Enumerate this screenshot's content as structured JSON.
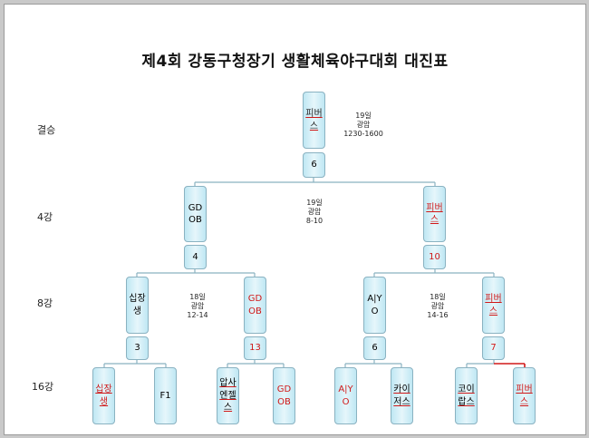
{
  "title": "제4회 강동구청장기 생활체육야구대회 대진표",
  "rounds": [
    "결승",
    "4강",
    "8강",
    "16강"
  ],
  "colors": {
    "winner": "#d01818",
    "box_fill": "#c7ebf5",
    "line": "#8ab2c1"
  },
  "final": {
    "team": "피버스",
    "game_no": "6",
    "info": [
      "19일",
      "광암",
      "1230-1600"
    ]
  },
  "semis": {
    "left": {
      "team": "GDOB",
      "game_no": "4"
    },
    "right": {
      "team": "피버스",
      "game_no": "10"
    },
    "info": [
      "19일",
      "광암",
      "8-10"
    ]
  },
  "quarters": [
    {
      "team": "십장생",
      "game_no": "3"
    },
    {
      "team": "GDOB",
      "game_no": "13"
    },
    {
      "team": "A|YO",
      "game_no": "6"
    },
    {
      "team": "피버스",
      "game_no": "7"
    }
  ],
  "quarter_info": {
    "left": [
      "18일",
      "광암",
      "12-14"
    ],
    "right": [
      "18일",
      "광암",
      "14-16"
    ]
  },
  "round16": [
    "십장생",
    "F1",
    "압사엔젤스",
    "GDOB",
    "A|YO",
    "카이저스",
    "코이랍스",
    "피버스"
  ]
}
